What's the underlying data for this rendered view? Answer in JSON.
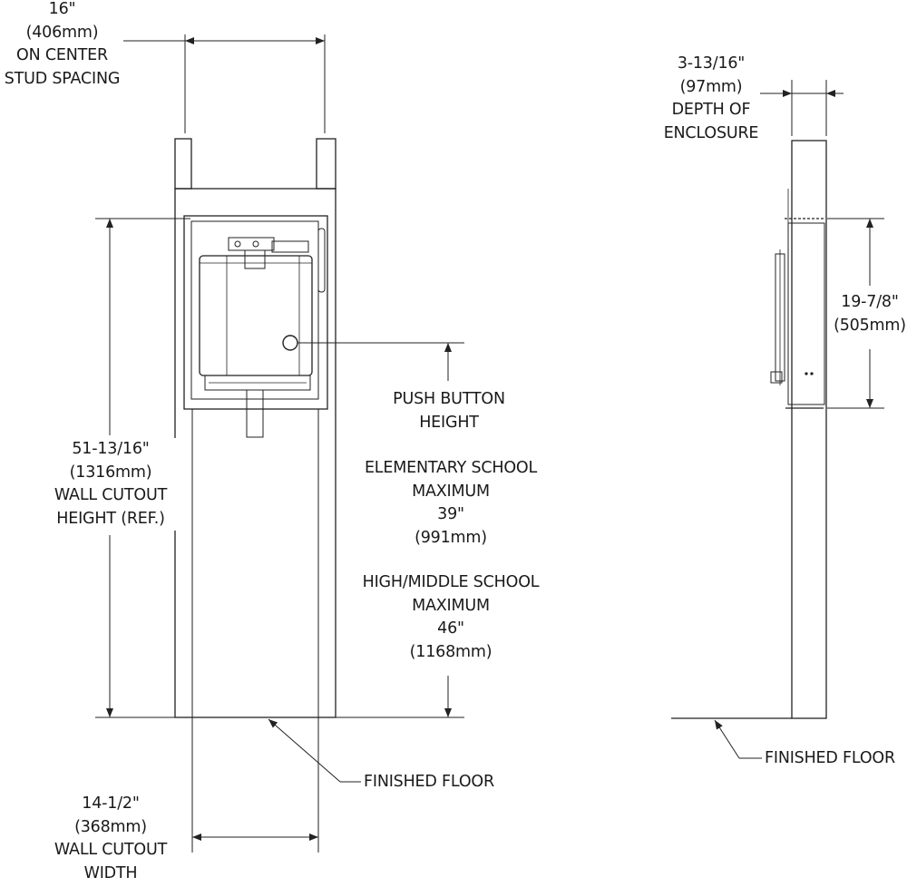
{
  "stud_spacing": {
    "lines": [
      "16\"",
      "(406mm)",
      "ON CENTER",
      "STUD SPACING"
    ]
  },
  "enclosure_depth": {
    "lines": [
      "3-13/16\"",
      "(97mm)",
      "DEPTH OF",
      "ENCLOSURE"
    ]
  },
  "unit_height": {
    "lines": [
      "19-7/8\"",
      "(505mm)"
    ]
  },
  "push_button": {
    "lines": [
      "PUSH BUTTON",
      "HEIGHT"
    ]
  },
  "elementary": {
    "lines": [
      "ELEMENTARY SCHOOL",
      "MAXIMUM",
      "39\"",
      "(991mm)"
    ]
  },
  "high_middle": {
    "lines": [
      "HIGH/MIDDLE SCHOOL",
      "MAXIMUM",
      "46\"",
      "(1168mm)"
    ]
  },
  "cutout_height": {
    "lines": [
      "51-13/16\"",
      "(1316mm)",
      "WALL CUTOUT",
      "HEIGHT (REF.)"
    ]
  },
  "cutout_width": {
    "lines": [
      "14-1/2\"",
      "(368mm)",
      "WALL CUTOUT",
      "WIDTH"
    ]
  },
  "floor_front": {
    "label": "FINISHED FLOOR"
  },
  "floor_side": {
    "label": "FINISHED FLOOR"
  }
}
